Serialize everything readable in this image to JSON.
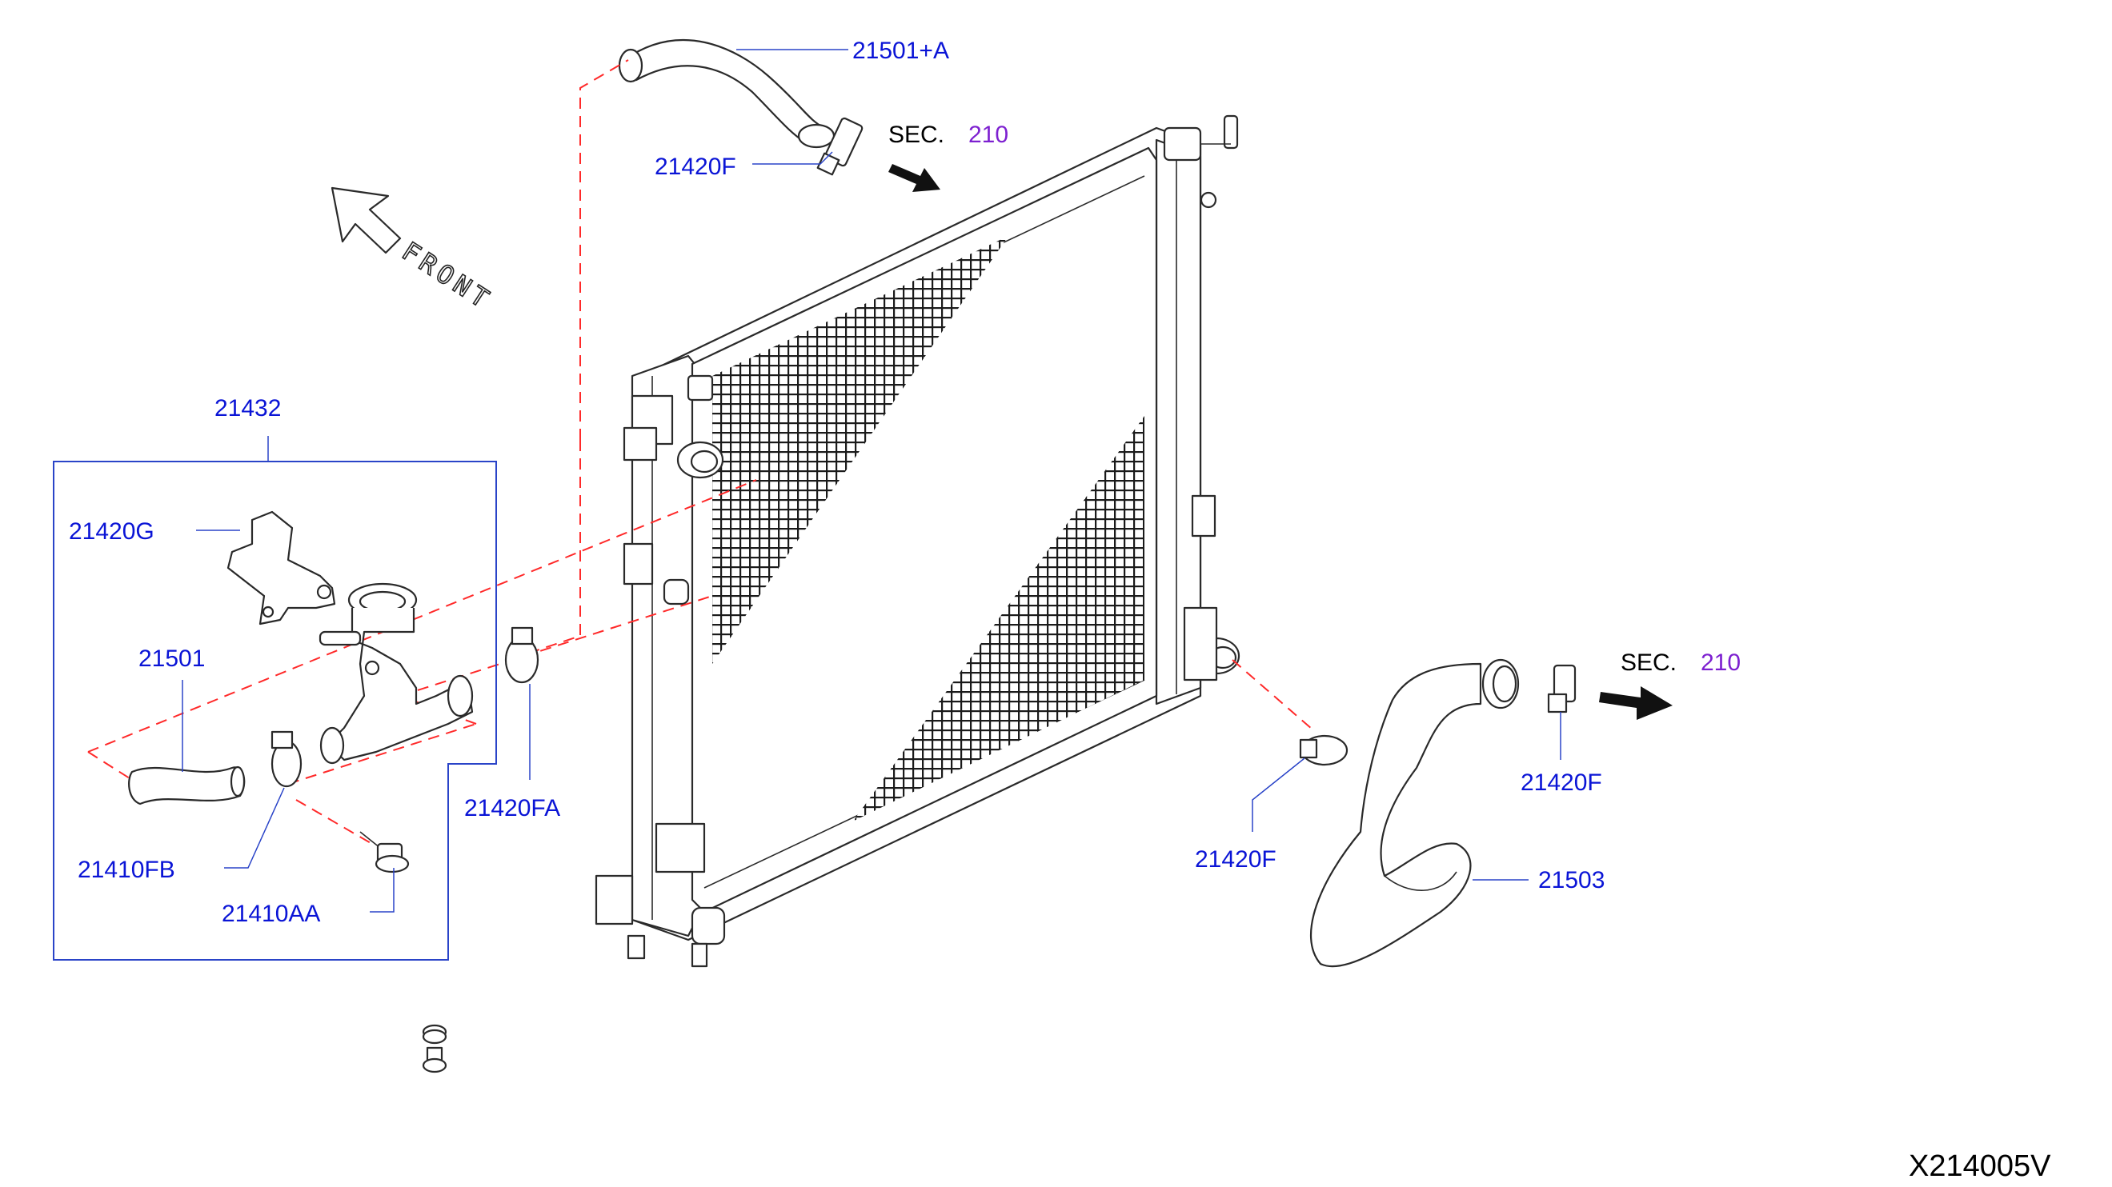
{
  "diagram": {
    "code": "X214005V",
    "front_label": "FRONT",
    "sec_text": "SEC.",
    "sec_number": "210",
    "labels": {
      "l21501a": "21501+A",
      "l21420f_top": "21420F",
      "l21432": "21432",
      "l21420g": "21420G",
      "l21501": "21501",
      "l21410fb": "21410FB",
      "l21410aa": "21410AA",
      "l21420fa": "21420FA",
      "l21420f_mid": "21420F",
      "l21420f_right": "21420F",
      "l21503": "21503"
    },
    "colors": {
      "label": "#0a14d6",
      "sec_number": "#7d20d0",
      "dashed_guide": "#ff2a2a",
      "outline": "#2a2a2a"
    }
  }
}
